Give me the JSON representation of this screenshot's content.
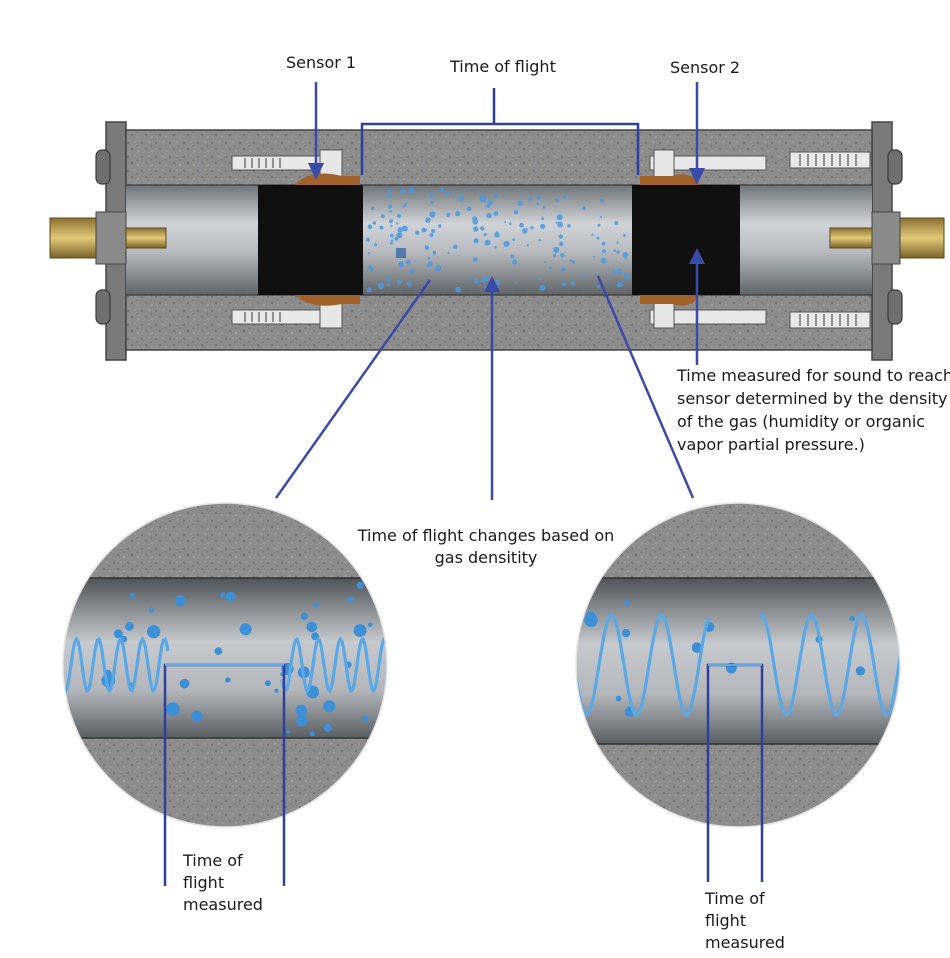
{
  "labels": {
    "sensor1": "Sensor 1",
    "sensor2": "Sensor 2",
    "tof_top": "Time of flight",
    "measured_desc": [
      "Time measured for sound to reach",
      "sensor determined by the density",
      "of the gas (humidity or organic",
      "vapor partial pressure.)"
    ],
    "tof_changes": [
      "Time of flight changes based on",
      "gas densitity"
    ],
    "tof_measured_left": [
      "Time of",
      "flight",
      "measured"
    ],
    "tof_measured_right": [
      "Time of",
      "flight",
      "measured"
    ]
  },
  "colors": {
    "arrow": "#3a4aa8",
    "bracket": "#2e3f9e",
    "wave": "#5aa8e6",
    "bubble": "#3d8fd6",
    "housing": "#8a8a8a",
    "tube": "#9aa0a6",
    "sensor_block": "#101010",
    "gasket": "#a0622a",
    "brass": "#c8a850"
  },
  "icons": [
    "sensor-block",
    "coaxial-connector",
    "bubble",
    "sound-wave"
  ]
}
